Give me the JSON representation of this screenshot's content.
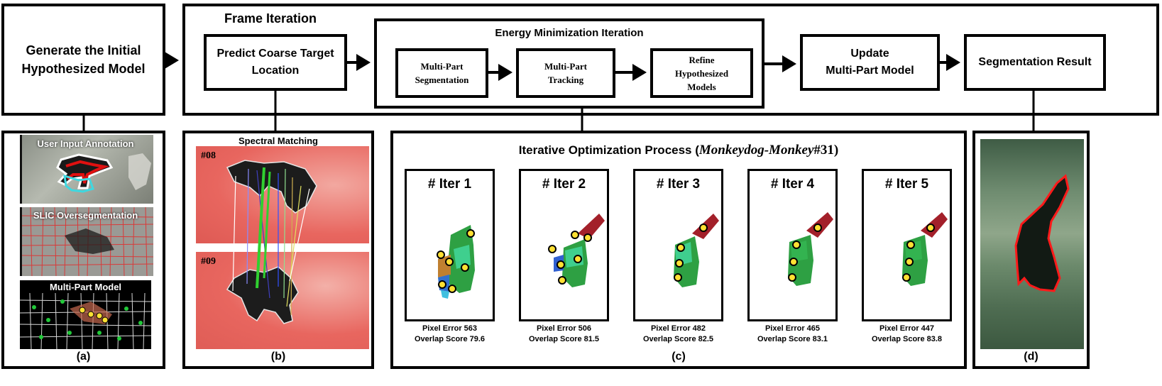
{
  "flow": {
    "initial_model": "Generate the Initial\nHypothesized Model",
    "frame_iteration": "Frame Iteration",
    "predict_coarse": "Predict Coarse Target\nLocation",
    "energy_title": "Energy Minimization Iteration",
    "multi_part_segmentation": "Multi-Part\nSegmentation",
    "multi_part_tracking": "Multi-Part\nTracking",
    "refine_models": "Refine\nHypothesized\nModels",
    "update_model": "Update\nMulti-Part Model",
    "segmentation_result": "Segmentation Result"
  },
  "panel_a": {
    "images": [
      {
        "label": "User Input Annotation",
        "icon": "monkey-annotation-image"
      },
      {
        "label": "SLIC Oversegmentation",
        "icon": "slic-superpixel-image"
      },
      {
        "label": "Multi-Part Model",
        "icon": "multi-part-model-image"
      }
    ],
    "caption": "(a)"
  },
  "panel_b": {
    "title": "Spectral Matching",
    "frame_top": "#08",
    "frame_bottom": "#09",
    "caption": "(b)"
  },
  "panel_c": {
    "title_prefix": "Iterative Optimization Process (",
    "title_italic": "Monkeydog-Monkey",
    "title_suffix": " #31)",
    "iterations": [
      {
        "label": "# Iter 1",
        "pixel_error": "Pixel Error 563",
        "overlap": "Overlap Score 79.6"
      },
      {
        "label": "# Iter 2",
        "pixel_error": "Pixel Error 506",
        "overlap": "Overlap Score 81.5"
      },
      {
        "label": "# Iter 3",
        "pixel_error": "Pixel Error 482",
        "overlap": "Overlap Score 82.5"
      },
      {
        "label": "# Iter 4",
        "pixel_error": "Pixel Error 465",
        "overlap": "Overlap Score 83.1"
      },
      {
        "label": "# Iter 5",
        "pixel_error": "Pixel Error 447",
        "overlap": "Overlap Score 83.8"
      }
    ],
    "caption": "(c)"
  },
  "panel_d": {
    "caption": "(d)"
  },
  "colors": {
    "segment_green": "#2ea043",
    "segment_light": "#3fcf8e",
    "segment_red": "#a3202a",
    "keypoint_yellow": "#ffe033",
    "contour_red": "#ff1a1a",
    "background_red": "#e8665f"
  }
}
